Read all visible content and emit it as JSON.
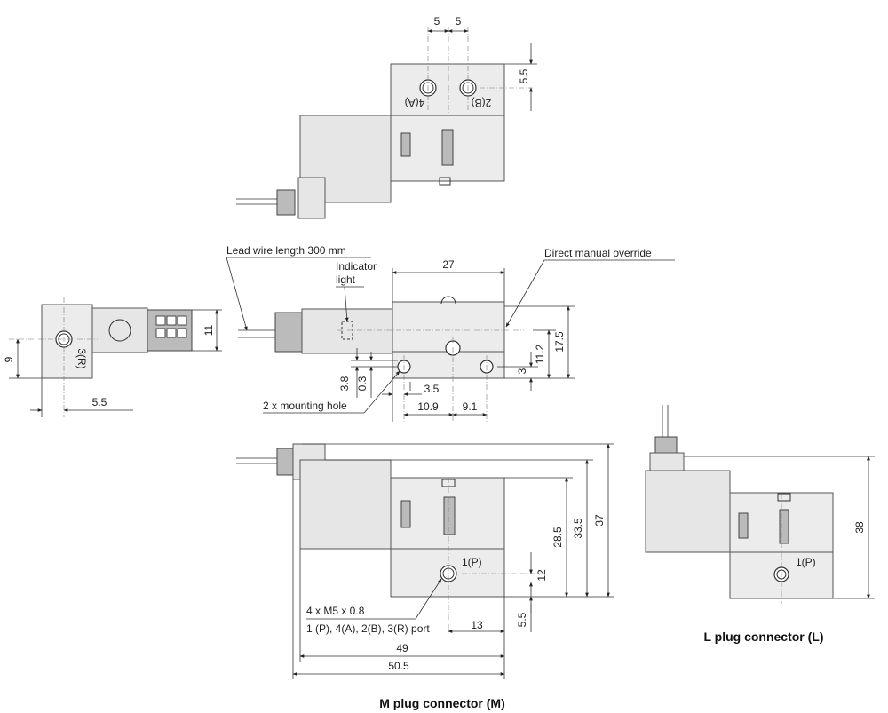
{
  "top_view": {
    "dims": [
      "5",
      "5",
      "5.5"
    ],
    "port_4a": "4(A)",
    "port_2b": "2(B)"
  },
  "side_view": {
    "port_3r": "3(R)",
    "dims": [
      "9",
      "5.5",
      "11"
    ]
  },
  "front_view": {
    "lead_wire": "Lead wire length 300 mm",
    "indicator_line1": "Indicator",
    "indicator_line2": "light",
    "manual_override": "Direct manual override",
    "mounting_hole": "2 x mounting hole",
    "dims": [
      "27",
      "17.5",
      "11.2",
      "3",
      "3.8",
      "0.3",
      "3.5",
      "10.9",
      "9.1"
    ]
  },
  "m_plug": {
    "port_1p": "1(P)",
    "port_note_line1": "4 x M5 x 0.8",
    "port_note_line2": "1 (P), 4(A), 2(B), 3(R) port",
    "dims": [
      "28.5",
      "33.5",
      "37",
      "12",
      "5.5",
      "13",
      "49",
      "50.5"
    ],
    "caption": "M plug connector (M)"
  },
  "l_plug": {
    "port_1p": "1(P)",
    "dims": [
      "38"
    ],
    "caption": "L plug connector (L)"
  }
}
